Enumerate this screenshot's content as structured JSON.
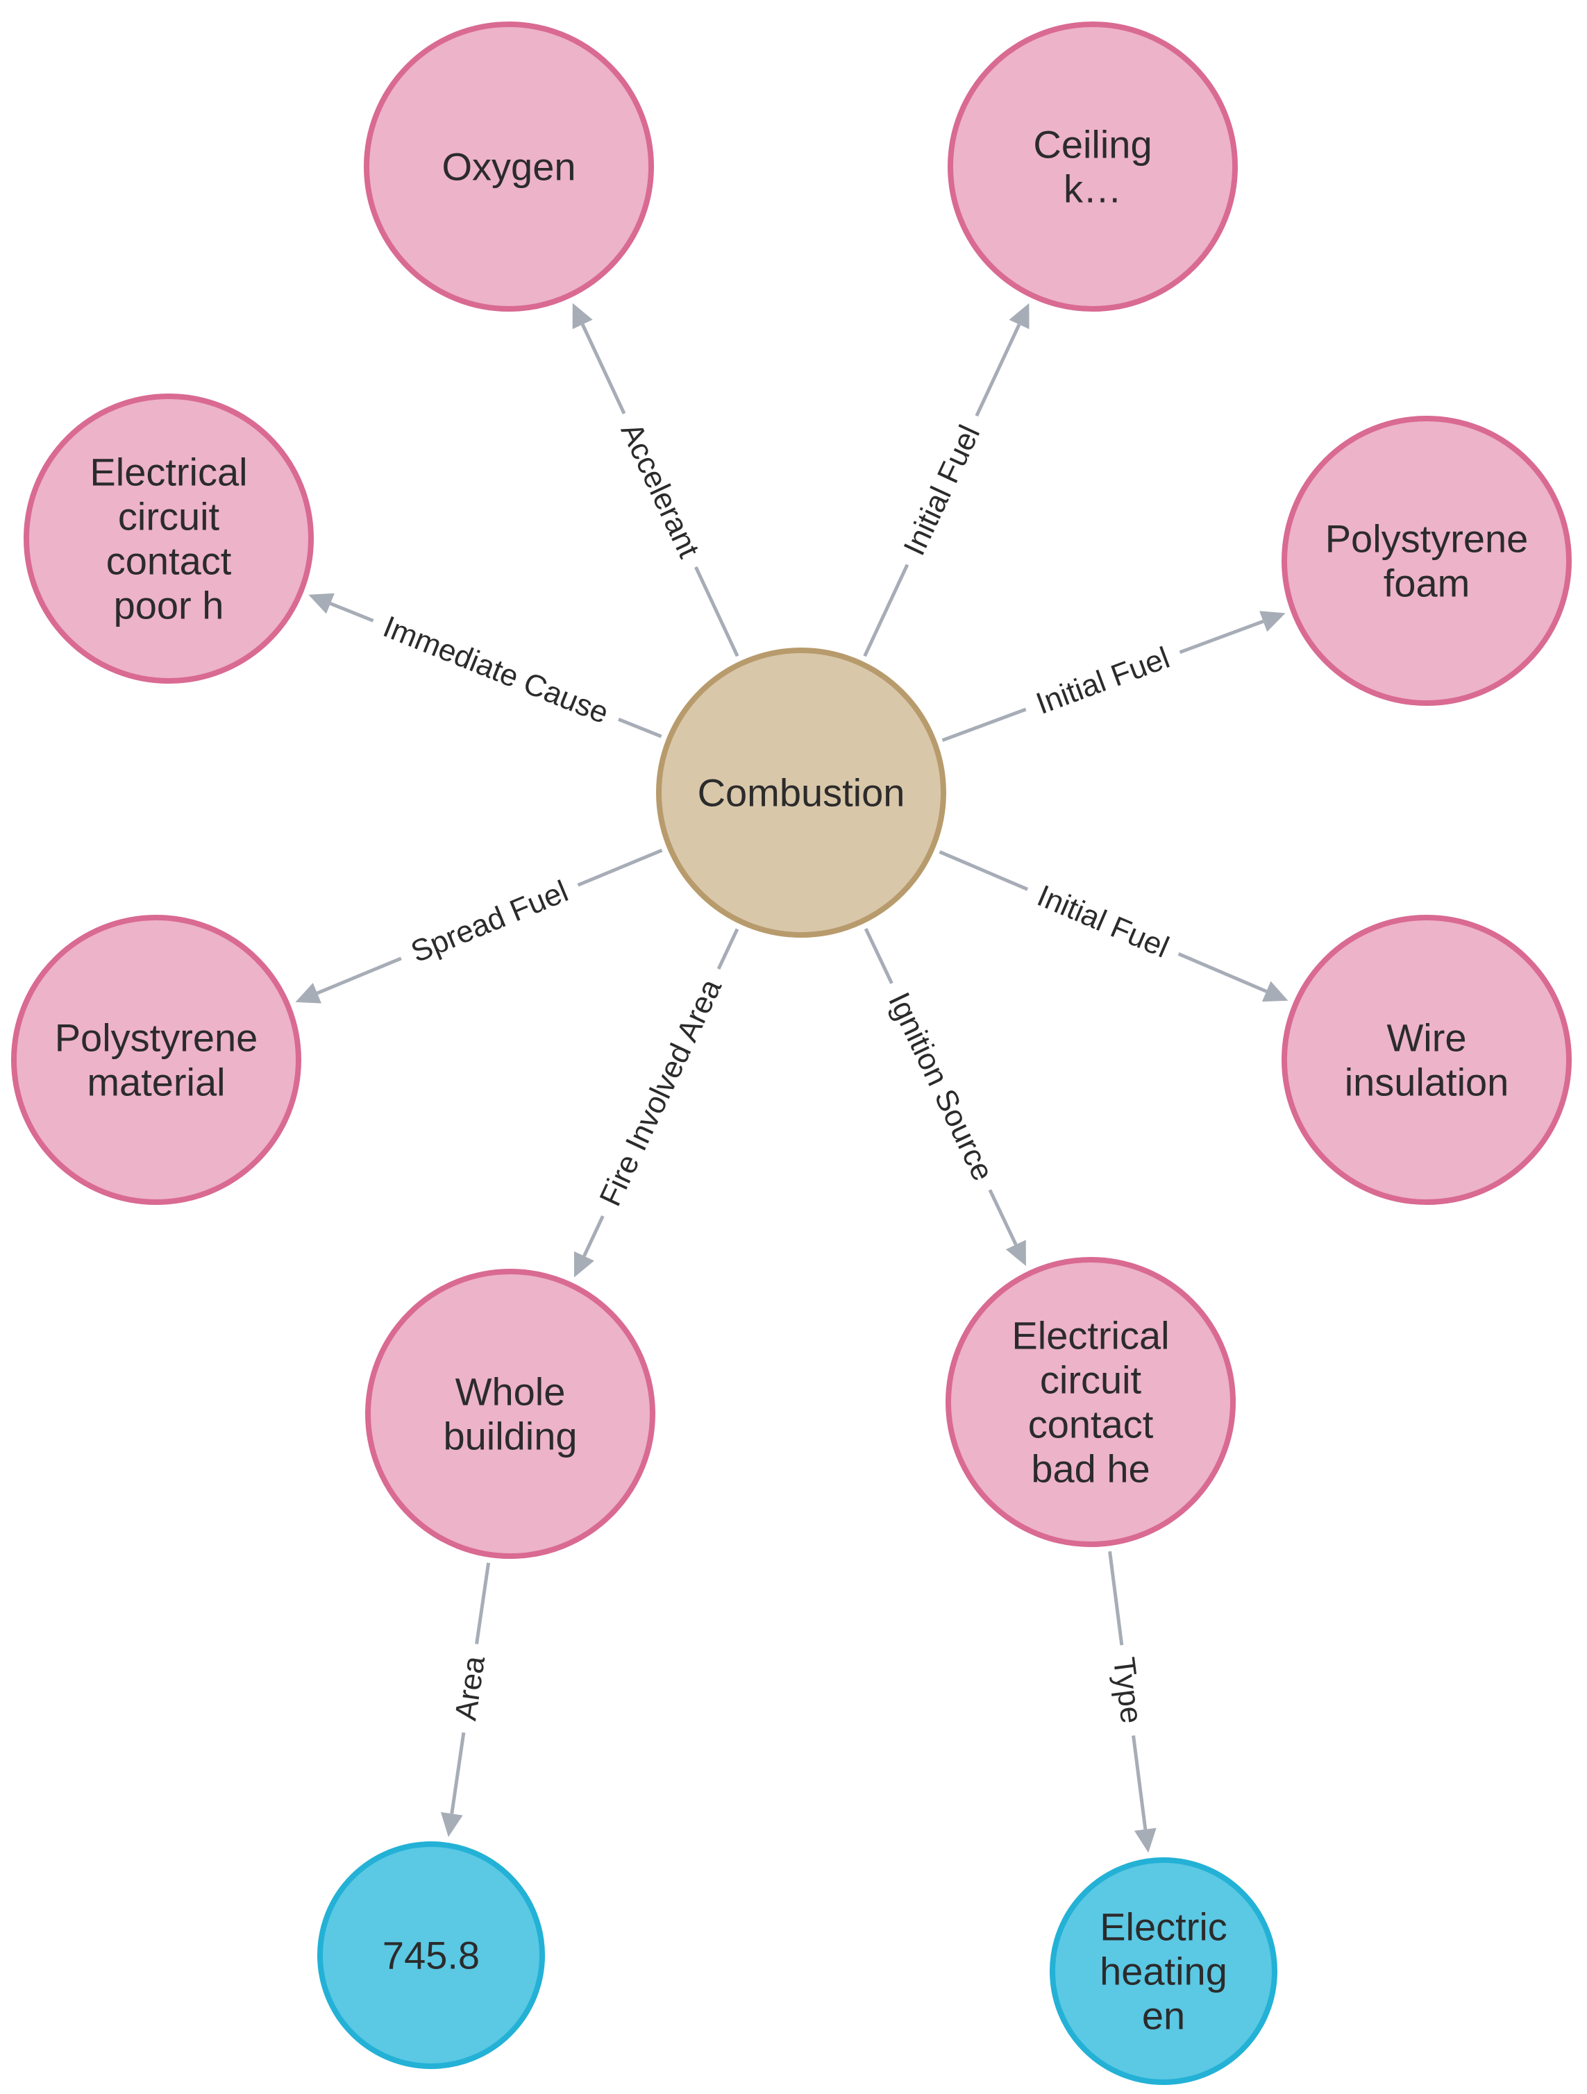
{
  "colors": {
    "center_fill": "#d9c7aa",
    "center_stroke": "#b89b6c",
    "entity_fill": "#edb3c8",
    "entity_stroke": "#d96a92",
    "value_fill": "#5bc8e4",
    "value_stroke": "#23b1d6",
    "edge": "#a7adb7",
    "text": "#2b2b2b"
  },
  "nodes": [
    {
      "id": "combustion",
      "kind": "center",
      "lines": [
        "Combustion"
      ]
    },
    {
      "id": "oxygen",
      "kind": "entity",
      "lines": [
        "Oxygen"
      ]
    },
    {
      "id": "ceiling",
      "kind": "entity",
      "lines": [
        "Ceiling",
        "k…"
      ]
    },
    {
      "id": "elec-poor",
      "kind": "entity",
      "lines": [
        "Electrical",
        "circuit",
        "contact",
        "poor h"
      ]
    },
    {
      "id": "poly-foam",
      "kind": "entity",
      "lines": [
        "Polystyrene",
        "foam"
      ]
    },
    {
      "id": "poly-material",
      "kind": "entity",
      "lines": [
        "Polystyrene",
        "material"
      ]
    },
    {
      "id": "wire",
      "kind": "entity",
      "lines": [
        "Wire",
        "insulation"
      ]
    },
    {
      "id": "whole-building",
      "kind": "entity",
      "lines": [
        "Whole",
        "building"
      ]
    },
    {
      "id": "elec-bad",
      "kind": "entity",
      "lines": [
        "Electrical",
        "circuit",
        "contact",
        "bad he"
      ]
    },
    {
      "id": "area-value",
      "kind": "value",
      "lines": [
        "745.8"
      ]
    },
    {
      "id": "electric-heating",
      "kind": "value",
      "lines": [
        "Electric",
        "heating",
        "en"
      ]
    }
  ],
  "edges": [
    {
      "from": "combustion",
      "to": "oxygen",
      "label": "Accelerant"
    },
    {
      "from": "combustion",
      "to": "ceiling",
      "label": "Initial Fuel"
    },
    {
      "from": "combustion",
      "to": "elec-poor",
      "label": "Immediate Cause"
    },
    {
      "from": "combustion",
      "to": "poly-foam",
      "label": "Initial Fuel"
    },
    {
      "from": "combustion",
      "to": "poly-material",
      "label": "Spread Fuel"
    },
    {
      "from": "combustion",
      "to": "wire",
      "label": "Initial Fuel"
    },
    {
      "from": "combustion",
      "to": "whole-building",
      "label": "Fire Involved Area"
    },
    {
      "from": "combustion",
      "to": "elec-bad",
      "label": "Ignition Source"
    },
    {
      "from": "whole-building",
      "to": "area-value",
      "label": "Area"
    },
    {
      "from": "elec-bad",
      "to": "electric-heating",
      "label": "Type"
    }
  ]
}
